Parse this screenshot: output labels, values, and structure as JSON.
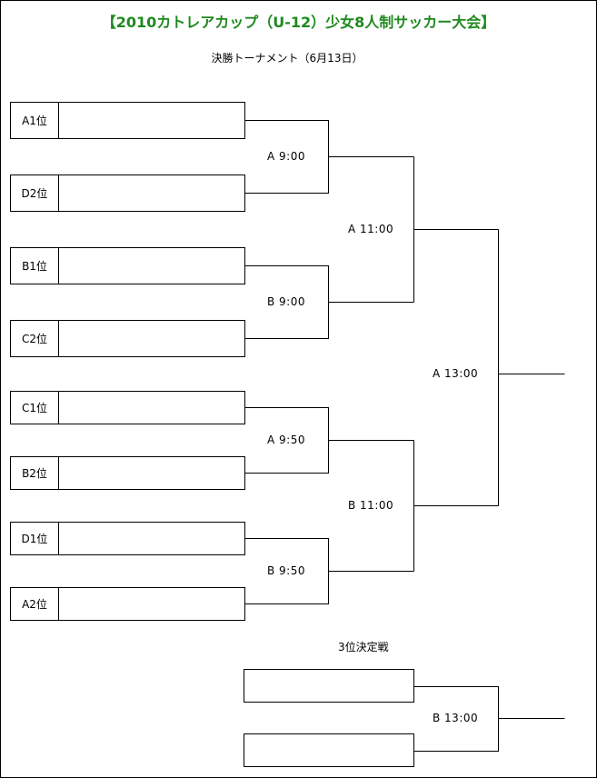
{
  "title": "【2010カトレアカップ（U-12）少女8人制サッカー大会】",
  "subtitle": "決勝トーナメント（6月13日）",
  "third_place_title": "3位決定戦",
  "teams": [
    {
      "seed": "A1位",
      "name": ""
    },
    {
      "seed": "D2位",
      "name": ""
    },
    {
      "seed": "B1位",
      "name": ""
    },
    {
      "seed": "C2位",
      "name": ""
    },
    {
      "seed": "C1位",
      "name": ""
    },
    {
      "seed": "B2位",
      "name": ""
    },
    {
      "seed": "D1位",
      "name": ""
    },
    {
      "seed": "A2位",
      "name": ""
    }
  ],
  "matches": {
    "qf1": "A  9:00",
    "qf2": "B  9:00",
    "qf3": "A  9:50",
    "qf4": "B  9:50",
    "sf1": "A  11:00",
    "sf2": "B  11:00",
    "final": "A  13:00",
    "third": "B  13:00"
  },
  "line_color": "#000000",
  "title_color": "#1f8a1f"
}
